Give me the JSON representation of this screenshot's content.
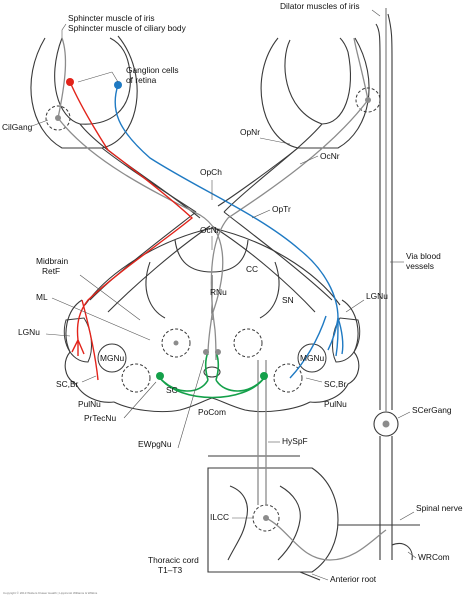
{
  "labels": {
    "sphincter_iris": "Sphincter muscle of iris",
    "sphincter_ciliary": "Sphincter muscle of ciliary body",
    "dilator": "Dilator muscles of iris",
    "ganglion_cells_1": "Ganglion cells",
    "ganglion_cells_2": "of retina",
    "cilgang": "CilGang",
    "opnr": "OpNr",
    "ocnr_top": "OcNr",
    "opch": "OpCh",
    "optr": "OpTr",
    "ocnr_mid": "OcNr",
    "midbrain_1": "Midbrain",
    "midbrain_2": "RetF",
    "cc": "CC",
    "via_blood_1": "Via blood",
    "via_blood_2": "vessels",
    "rnu": "RNu",
    "sn": "SN",
    "ml": "ML",
    "lgnu_left": "LGNu",
    "lgnu_right": "LGNu",
    "mgnu_left": "MGNu",
    "mgnu_right": "MGNu",
    "scbr_left": "SC,Br",
    "scbr_right": "SC,Br",
    "pulnu_left": "PulNu",
    "pulnu_right": "PulNu",
    "sc": "SC",
    "prtecnu": "PrTecNu",
    "pocom": "PoCom",
    "ewpgnu": "EWpgNu",
    "scergang": "SCerGang",
    "hyspf": "HySpF",
    "ilcc": "ILCC",
    "spinal_nerve": "Spinal nerve",
    "thoracic_1": "Thoracic cord",
    "thoracic_2": "T1–T3",
    "wrcom": "WRCom",
    "anterior_root": "Anterior root"
  },
  "copyright": "Copyright © 2013 Wolters Kluwer Health | Lippincott Williams & Wilkins",
  "colors": {
    "outline": "#3a3a3a",
    "gray_pathway": "#8c8c8c",
    "red_pathway": "#e2231a",
    "blue_pathway": "#1f7ac3",
    "green_pathway": "#14a04a"
  }
}
